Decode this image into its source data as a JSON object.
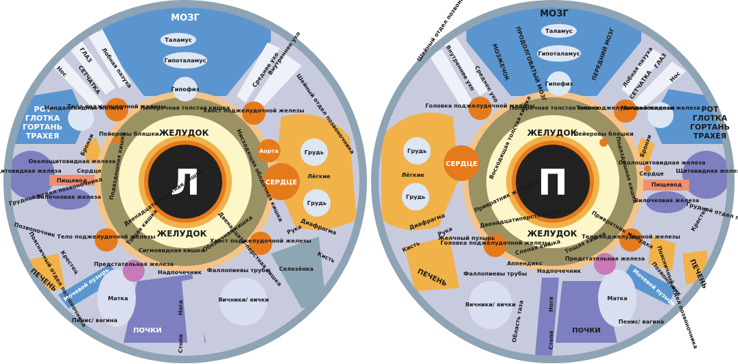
{
  "left": {
    "center_letter": "Л",
    "brain": "МОЗГ",
    "thalamus": "Таламус",
    "hypothalamus": "Гипоталамус",
    "pituitary": "Гипофиз",
    "eye": "ГЛАЗ",
    "frontal_sinus": "Лобная пазуха",
    "retina": "СЕТЧАТКА",
    "nose": "Нос",
    "inner_ear": "Внутреннее ухо",
    "middle_ear": "Среднее ухо",
    "cervical_spine": "Шейный отдел позвоночника",
    "mouth": [
      "РОТ",
      "ГЛОТКА",
      "ГОРТАНЬ",
      "ТРАХЕЯ"
    ],
    "tonsil": "Миндалевидная железа",
    "thyroid": "Щитовидная железа",
    "parathyroid": "Околощитовидная железа",
    "bronchi": "Бронхи",
    "heart_small": "Сердце",
    "esophagus": "Пищевод",
    "thymus": "Вилочковая железа",
    "thoracic_spine": "Грудной отдел позвоночника",
    "spine": "Позвоночник",
    "lumbar_spine": "Поясничный отдел позвоночника",
    "sacrum": "Крестец",
    "liver": "ПЕЧЕНЬ",
    "bladder": "Мочевой пузырь",
    "uterus": "Матка",
    "penis": "Пенис/ вагина",
    "kidneys": "ПОЧКИ",
    "leg": "Нога",
    "foot": "Стопа",
    "adrenal": "Надпочечник",
    "prostate": "Предстательная железа",
    "fallopian": "Фаллопиевы трубы",
    "ovaries": "Яичники/ яички",
    "spleen": "Селезёнка",
    "hand": "Рука",
    "wrist": "Кисть",
    "diaphragm": "Диафрагма",
    "chest": "Грудь",
    "chest2": "Грудь",
    "lungs": "Лёгкие",
    "heart_big": "СЕРДЦЕ",
    "aorta": "Аорта",
    "pancreas_body_top": "Тело поджелудочной железы",
    "pancreas_tail_top": "Хвост поджелудочной железы",
    "pancreas_body_bot": "Тело поджелудочной железы",
    "pancreas_tail_bot": "Хвост поджелудочной железы",
    "peyer": "Пейеровы бляшки",
    "stomach_top": "ЖЕЛУДОК",
    "stomach_bot": "ЖЕЛУДОК",
    "transverse_colon": "Поперечная толстая кишка",
    "descending_colon": "Нисходящая ободочная кишка",
    "ileum": "Подвздошная кишка",
    "duodenum_left": "Двенадцати-перстная кишка",
    "duodenum_right": "Двенадцати-перстная кишка",
    "jejunum": "Тощая кишка",
    "sigmoid": "Сигмовидная кишка",
    "colon": "Ободочная кишка"
  },
  "right": {
    "center_letter": "П",
    "brain": "МОЗГ",
    "thalamus": "Таламус",
    "hypothalamus": "Гипоталамус",
    "pituitary": "Гипофиз",
    "medulla": "ПРОДОЛГОВАТЫЙ МОЗГ",
    "cerebellum": "МОЗЖЕЧОК",
    "forebrain": "ПЕРЕДНИЙ МОЗГ",
    "inner_ear": "Внутреннее ухо",
    "middle_ear": "Среднее ухо",
    "cervical_spine": "Шейный отдел позвоночника",
    "frontal_sinus": "Лобная пазуха",
    "eye": "ГЛАЗ",
    "retina": "СЕТЧАТКА",
    "nose": "Нос",
    "mouth": [
      "РОТ",
      "ГЛОТКА",
      "ГОРТАНЬ",
      "ТРАХЕЯ"
    ],
    "tonsil": "Миндалевидная железа",
    "thyroid": "Щитовидная железа",
    "parathyroid": "Околощитовидная железа",
    "bronchi": "Бронхи",
    "heart_small": "Сердце",
    "esophagus": "Пищевод",
    "thymus": "Вилочковая железа",
    "thoracic_spine": "Грудной отдел позвоночника",
    "sacrum": "Крестец",
    "lumbar_spine": "Поясничный отдел позвоночника",
    "liver": "ПЕЧЕНЬ",
    "spine": "Позвоночник",
    "bladder": "Мочевой пузырь",
    "uterus": "Матка",
    "penis": "Пенис/ вагина",
    "kidneys": "ПОЧКИ",
    "foot": "Стопа",
    "leg": "Нога",
    "adrenal": "Надпочечник",
    "pelvis": "Область таза",
    "fallopian": "Фаллопиевы трубы",
    "ovaries": "Яичники/ яички",
    "appendix": "Аппендикс",
    "gallbladder": "Желчный пузырь",
    "pancreas_head_bot": "Головка поджелудочной железы",
    "hand": "Рука",
    "wrist": "Кисть",
    "diaphragm": "Диафрагма",
    "chest": "Грудь",
    "chest2": "Грудь",
    "lungs": "Лёгкие",
    "heart_big": "СЕРДЦЕ",
    "pancreas_head_top": "Головка поджелудочной железы",
    "pancreas_body_top": "Тело поджелудочной железы",
    "pancreas_body_bot": "Тело поджелудочной железы",
    "prostate": "Предстательная железа",
    "peyer": "Пейеровы бляшки",
    "stomach_top": "ЖЕЛУДОК",
    "stomach_bot": "ЖЕЛУДОК",
    "transverse_colon": "Поперечная толстая кишка",
    "ascending_colon": "Восходящая толстая кишка",
    "ileum": "Подвздошная кишка",
    "pylorus_left": "Привратник желудка",
    "pylorus_right": "Привратник желудка",
    "duodenum": "Двенадцатиперстная кишка",
    "cecum": "Слепая кишка",
    "jejunum": "Тощая кишка"
  },
  "colors": {
    "rim": "#8ea3b4",
    "bg": "#c8cbde",
    "blue": "#5b95cf",
    "light_blue": "#a9c9ea",
    "orange": "#f1b24a",
    "dark_orange": "#e57a1d",
    "olive": "#9b9263",
    "cream": "#fdf6c8",
    "peach": "#f3c48a",
    "purple": "#7d7fc0",
    "steel": "#8da6b4",
    "salmon": "#ee8f6f",
    "pink": "#c77ab7"
  }
}
